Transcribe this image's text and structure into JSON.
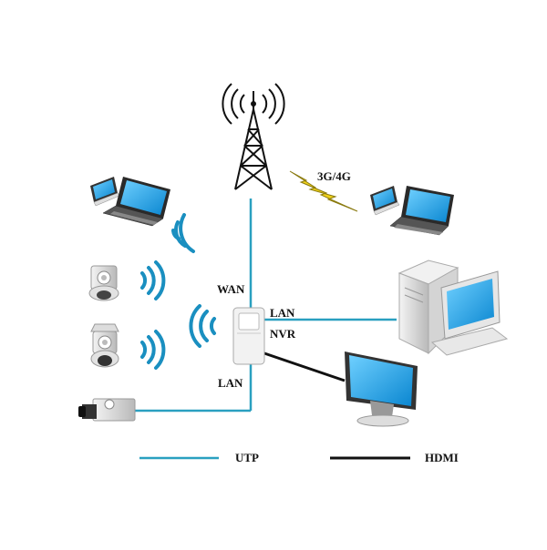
{
  "labels": {
    "wan": "WAN",
    "lan_right": "LAN",
    "nvr": "NVR",
    "lan_bottom": "LAN",
    "cellular": "3G/4G"
  },
  "legend": [
    {
      "label": "UTP",
      "color": "#2aa0c0"
    },
    {
      "label": "HDMI",
      "color": "#111111"
    }
  ],
  "colors": {
    "utp": "#2aa0c0",
    "hdmi": "#111111",
    "wifi": "#1a8fc0",
    "screen": "#1aa0e0",
    "lightning": "#f0d21a"
  }
}
